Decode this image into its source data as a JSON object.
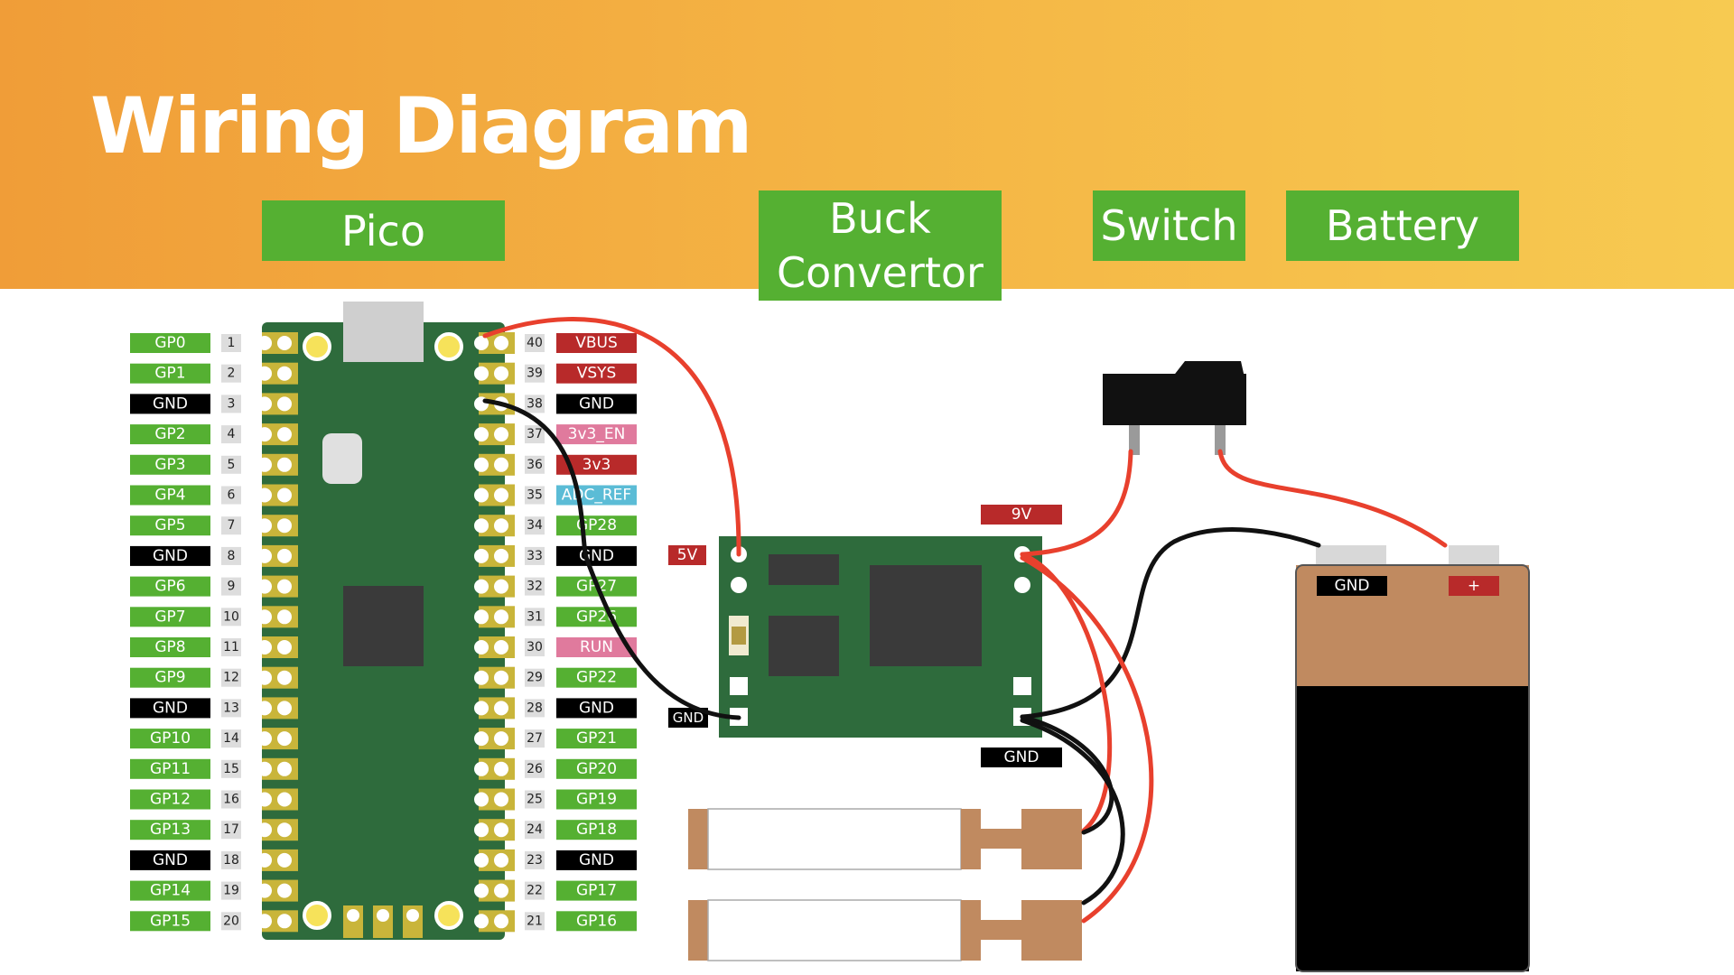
{
  "title": "Wiring Diagram",
  "headers": {
    "pico": "Pico",
    "buck_line1": "Buck",
    "buck_line2": "Convertor",
    "switch": "Switch",
    "battery": "Battery"
  },
  "colors": {
    "gp": "#55b032",
    "gnd": "#000000",
    "power": "#b82a2a",
    "pink": "#e07a9d",
    "adc": "#5bbcd6",
    "board": "#2e6b3c",
    "wire_red": "#e8402d",
    "wire_black": "#111111",
    "battery_top": "#c08a60"
  },
  "left_pins": [
    {
      "num": "1",
      "label": "GP0",
      "type": "gp"
    },
    {
      "num": "2",
      "label": "GP1",
      "type": "gp"
    },
    {
      "num": "3",
      "label": "GND",
      "type": "gnd"
    },
    {
      "num": "4",
      "label": "GP2",
      "type": "gp"
    },
    {
      "num": "5",
      "label": "GP3",
      "type": "gp"
    },
    {
      "num": "6",
      "label": "GP4",
      "type": "gp"
    },
    {
      "num": "7",
      "label": "GP5",
      "type": "gp"
    },
    {
      "num": "8",
      "label": "GND",
      "type": "gnd"
    },
    {
      "num": "9",
      "label": "GP6",
      "type": "gp"
    },
    {
      "num": "10",
      "label": "GP7",
      "type": "gp"
    },
    {
      "num": "11",
      "label": "GP8",
      "type": "gp"
    },
    {
      "num": "12",
      "label": "GP9",
      "type": "gp"
    },
    {
      "num": "13",
      "label": "GND",
      "type": "gnd"
    },
    {
      "num": "14",
      "label": "GP10",
      "type": "gp"
    },
    {
      "num": "15",
      "label": "GP11",
      "type": "gp"
    },
    {
      "num": "16",
      "label": "GP12",
      "type": "gp"
    },
    {
      "num": "17",
      "label": "GP13",
      "type": "gp"
    },
    {
      "num": "18",
      "label": "GND",
      "type": "gnd"
    },
    {
      "num": "19",
      "label": "GP14",
      "type": "gp"
    },
    {
      "num": "20",
      "label": "GP15",
      "type": "gp"
    }
  ],
  "right_pins": [
    {
      "num": "40",
      "label": "VBUS",
      "type": "power"
    },
    {
      "num": "39",
      "label": "VSYS",
      "type": "power"
    },
    {
      "num": "38",
      "label": "GND",
      "type": "gnd"
    },
    {
      "num": "37",
      "label": "3v3_EN",
      "type": "pink"
    },
    {
      "num": "36",
      "label": "3v3",
      "type": "power"
    },
    {
      "num": "35",
      "label": "ADC_REF",
      "type": "adc"
    },
    {
      "num": "34",
      "label": "GP28",
      "type": "gp"
    },
    {
      "num": "33",
      "label": "GND",
      "type": "gnd"
    },
    {
      "num": "32",
      "label": "GP27",
      "type": "gp"
    },
    {
      "num": "31",
      "label": "GP26",
      "type": "gp"
    },
    {
      "num": "30",
      "label": "RUN",
      "type": "pink"
    },
    {
      "num": "29",
      "label": "GP22",
      "type": "gp"
    },
    {
      "num": "28",
      "label": "GND",
      "type": "gnd"
    },
    {
      "num": "27",
      "label": "GP21",
      "type": "gp"
    },
    {
      "num": "26",
      "label": "GP20",
      "type": "gp"
    },
    {
      "num": "25",
      "label": "GP19",
      "type": "gp"
    },
    {
      "num": "24",
      "label": "GP18",
      "type": "gp"
    },
    {
      "num": "23",
      "label": "GND",
      "type": "gnd"
    },
    {
      "num": "22",
      "label": "GP17",
      "type": "gp"
    },
    {
      "num": "21",
      "label": "GP16",
      "type": "gp"
    }
  ],
  "buck_labels": {
    "in_v": "9V",
    "out_v": "5V",
    "out_gnd": "GND",
    "in_gnd": "GND"
  },
  "battery_labels": {
    "neg": "GND",
    "pos": "+"
  }
}
